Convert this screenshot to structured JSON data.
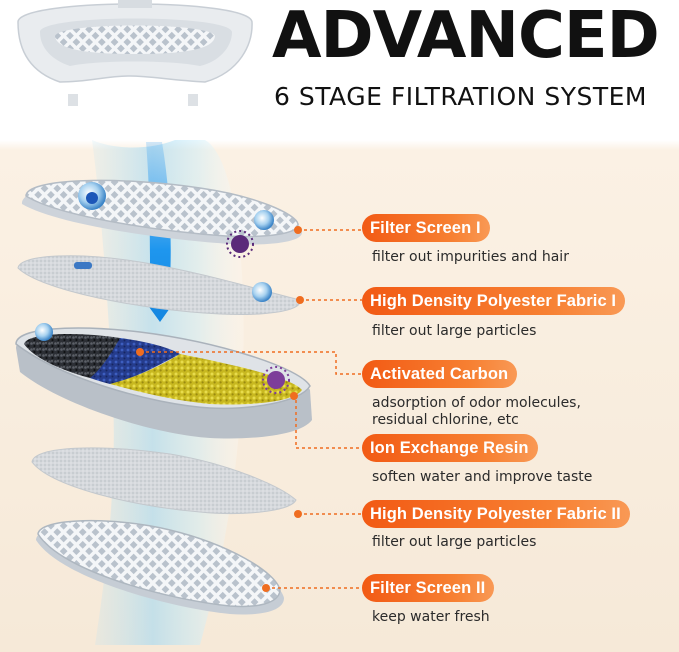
{
  "header": {
    "title": "ADVANCED",
    "subtitle": "6 STAGE FILTRATION SYSTEM"
  },
  "stages": [
    {
      "label": "Filter Screen I",
      "description": [
        "filter out impurities and hair"
      ]
    },
    {
      "label": "High Density Polyester Fabric I",
      "description": [
        "filter out large particles"
      ]
    },
    {
      "label": "Activated Carbon",
      "description": [
        "adsorption of odor molecules,",
        "residual chlorine, etc"
      ]
    },
    {
      "label": "Ion Exchange Resin",
      "description": [
        "soften water and improve taste"
      ]
    },
    {
      "label": "High Density Polyester Fabric  II",
      "description": [
        "filter out large particles"
      ]
    },
    {
      "label": "Filter Screen II",
      "description": [
        "keep water fresh"
      ]
    }
  ],
  "colors": {
    "accent_orange": "#f26b1d",
    "title_text": "#111111",
    "flow_blue": "#1e96ee"
  },
  "icons": [
    "filter-cover-icon",
    "flow-arrow-icon",
    "bacteria-icon",
    "water-particle-icon"
  ]
}
